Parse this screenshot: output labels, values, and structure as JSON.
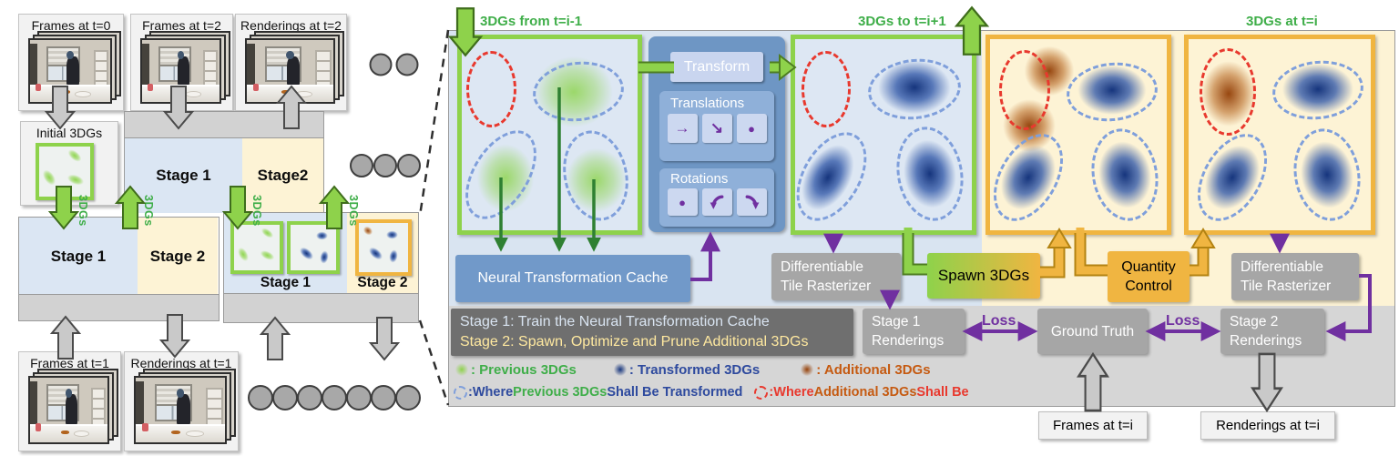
{
  "left_panel": {
    "frames_t0": "Frames at t=0",
    "frames_t2": "Frames at t=2",
    "renderings_t2": "Renderings at t=2",
    "frames_t1": "Frames at t=1",
    "renderings_t1": "Renderings at t=1",
    "initial_3dgs": "Initial 3DGs",
    "mid_stage1": "Stage 1",
    "mid_stage2": "Stage2",
    "bottom_stage1": "Stage 1",
    "bottom_stage2": "Stage 2",
    "group2_stage1": "Stage 1",
    "group2_stage2": "Stage 2",
    "dgs_arrow_label": "3DGs"
  },
  "right_panel": {
    "header_left": "3DGs from t=i-1",
    "header_mid": "3DGs to t=i+1",
    "header_right": "3DGs at t=i",
    "transform_label": "Transform",
    "translations_label": "Translations",
    "rotations_label": "Rotations",
    "ntc_label": "Neural Transformation Cache",
    "rasterizer1_line1": "Differentiable",
    "rasterizer1_line2": "Tile Rasterizer",
    "rasterizer2_line1": "Differentiable",
    "rasterizer2_line2": "Tile Rasterizer",
    "spawn_label": "Spawn 3DGs",
    "quantity_line1": "Quantity",
    "quantity_line2": "Control",
    "notes_line1": "Stage 1: Train the Neural Transformation Cache",
    "notes_line2": "Stage 2: Spawn, Optimize and Prune Additional 3DGs",
    "stage1_renderings_line1": "Stage 1",
    "stage1_renderings_line2": "Renderings",
    "ground_truth": "Ground Truth",
    "stage2_renderings_line1": "Stage 2",
    "stage2_renderings_line2": "Renderings",
    "loss_left": "Loss",
    "loss_right": "Loss",
    "frames_ti": "Frames at t=i",
    "renderings_ti": "Renderings at t=i",
    "legend": {
      "previous_label": ": Previous 3DGs",
      "transformed_label": ": Transformed 3DGs",
      "additional_label": ": Additional 3DGs",
      "where1": {
        "colon": ": ",
        "a": "Where ",
        "b": "Previous 3DGs",
        "c": " Shall Be Transformed"
      },
      "where2": {
        "colon": ": ",
        "a": "Where ",
        "b": "Additional 3DGs",
        "c": " Shall Be"
      }
    }
  },
  "colors": {
    "green_accent": "#8ed24b",
    "green_text": "#3fae49",
    "orange_accent": "#f0b541",
    "steel_blue_panel": "#6e96c4",
    "ntc_blue": "#7199c9",
    "gray_box": "#a6a6a6",
    "notes_gray": "#6f6f6f",
    "purple": "#7030a0",
    "light_blue_bg": "#dbe6f3",
    "cream_bg": "#fdf3d5",
    "strip_gray": "#d6d6d6",
    "red_dashed": "#e8392e",
    "blue_dashed": "#7f9fdb",
    "navy_text": "#2e4a9e",
    "orange_text": "#c55a11"
  }
}
